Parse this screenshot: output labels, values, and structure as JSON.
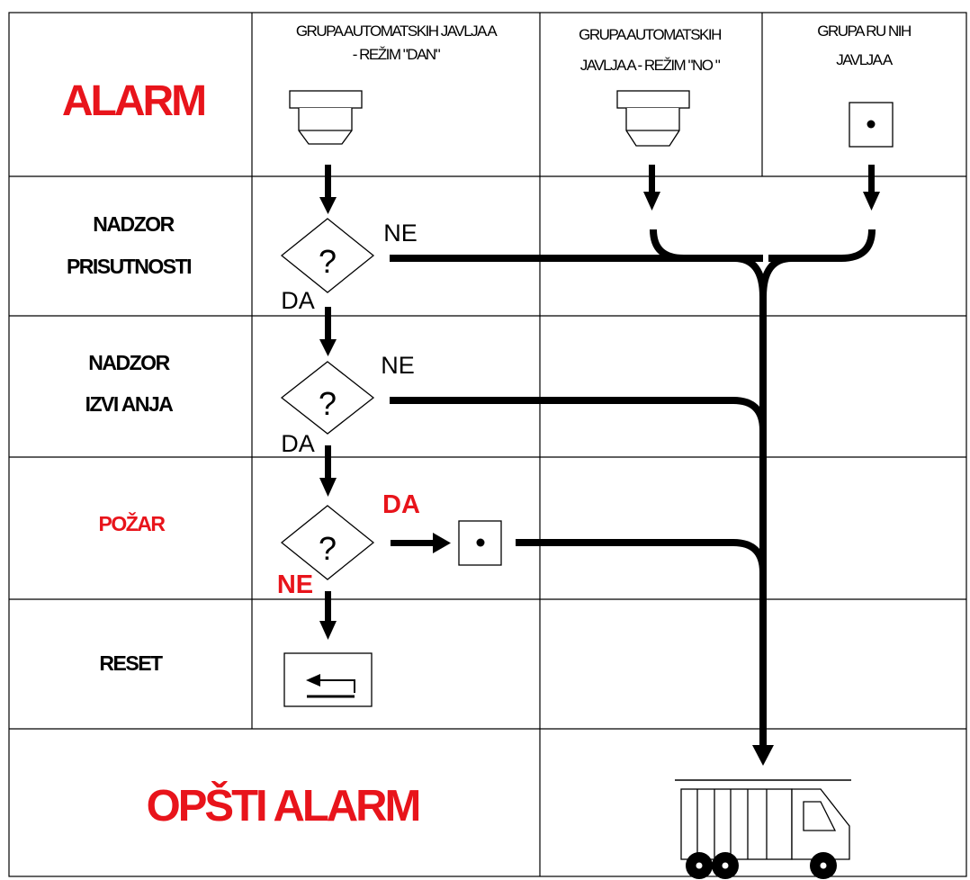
{
  "colors": {
    "alarm_red": "#e8141b",
    "line": "#000000",
    "background": "#ffffff"
  },
  "header": {
    "title": "ALARM",
    "group_auto_day": [
      "GRUPA AUTOMATSKIH JAVLJA A",
      "- REŽIM \"DAN\""
    ],
    "group_auto_night": [
      "GRUPA AUTOMATSKIH",
      "JAVLJA A - REŽIM \"NO \""
    ],
    "group_manual": [
      "GRUPA RU NIH",
      "JAVLJA A"
    ]
  },
  "rows": {
    "presence": [
      "NADZOR",
      "PRISUTNOSTI"
    ],
    "investigation": [
      "NADZOR",
      "IZVI ANJA"
    ],
    "fire": "POŽAR",
    "reset": "RESET",
    "general_alarm": "OPŠTI ALARM"
  },
  "decisions": {
    "presence": {
      "symbol": "?",
      "no_label": "NE",
      "yes_label": "DA"
    },
    "investigation": {
      "symbol": "?",
      "no_label": "NE",
      "yes_label": "DA"
    },
    "fire": {
      "symbol": "?",
      "yes_label": "DA",
      "no_label": "NE"
    }
  },
  "icons": {
    "smoke_detector": "smoke-detector-icon",
    "manual_call_point": "manual-call-point-icon",
    "reset": "reset-return-icon",
    "fire_truck": "fire-truck-icon"
  }
}
